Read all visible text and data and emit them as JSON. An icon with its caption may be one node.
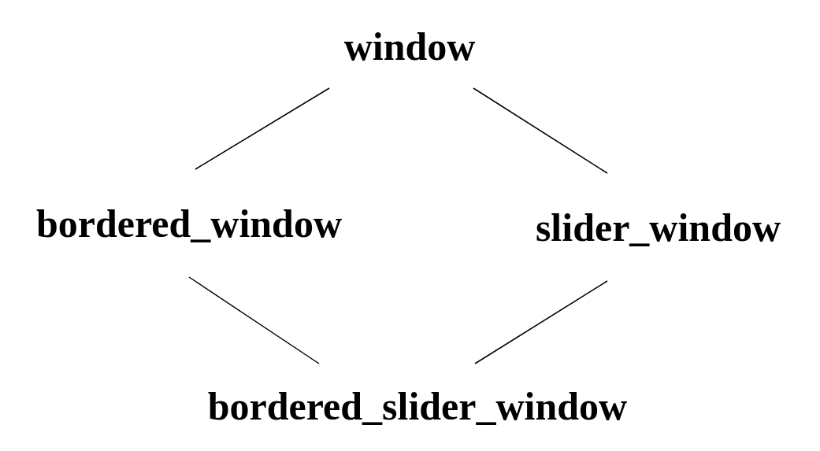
{
  "diagram": {
    "nodes": [
      {
        "text": [
          "window"
        ]
      },
      {
        "text": [
          "bordered_window"
        ]
      },
      {
        "text": [
          "slider_window"
        ]
      },
      {
        "text": [
          "bordered_slider_window"
        ]
      }
    ],
    "edges": [
      {
        "from": 0,
        "to": 1,
        "arrow": "none"
      },
      {
        "from": 0,
        "to": 2,
        "arrow": "none"
      },
      {
        "from": 1,
        "to": 3,
        "arrow": "none"
      },
      {
        "from": 2,
        "to": 3,
        "arrow": "none"
      }
    ]
  }
}
